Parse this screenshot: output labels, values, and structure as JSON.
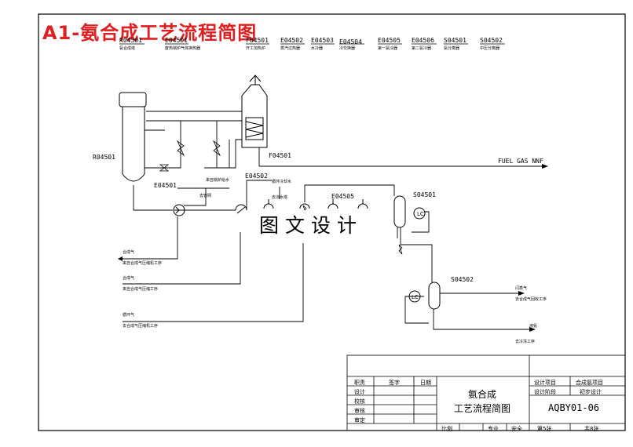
{
  "title": "A1-氨合成工艺流程简图",
  "header_tags": [
    {
      "id": "R04501",
      "desc": "氨合成塔"
    },
    {
      "id": "E04501",
      "desc": "废热锅炉气体换热器"
    },
    {
      "id": "F04501",
      "desc": "开工加热炉"
    },
    {
      "id": "E04502",
      "desc": "蒸汽过热器"
    },
    {
      "id": "E04503",
      "desc": "水冷器"
    },
    {
      "id": "E04504",
      "desc": "冷交换器"
    },
    {
      "id": "E04505",
      "desc": "第一氨冷器"
    },
    {
      "id": "E04506",
      "desc": "第二氨冷器"
    },
    {
      "id": "S04501",
      "desc": "氨分离器"
    },
    {
      "id": "S04502",
      "desc": "中压分离器"
    }
  ],
  "equipment_labels": {
    "r04501": "R04501",
    "f04501": "F04501",
    "e04501": "E04501",
    "e04502": "E04502",
    "e04505": "E04505",
    "s04501": "S04501",
    "s04502": "S04502"
  },
  "stream_labels": {
    "fuel_gas": "FUEL GAS NNF",
    "boiler_water": "来自锅炉给水",
    "to_steam": "去管网",
    "cooling_water_in": "循环冷却水",
    "cooling_water_out": "去凉水塔",
    "purge_gas": "合成气",
    "purge_gas_dest": "来自合成气压缩机工序",
    "fresh_gas": "合成气",
    "fresh_gas_src": "来自合成气压缩工序",
    "recycle_gas": "循环气",
    "recycle_gas_dest": "去合成气压缩机工序",
    "flash_gas": "闪蒸气",
    "flash_gas_dest": "去合成气回收工序",
    "liquid_ammonia": "液氨",
    "liquid_ammonia_dest": "去冷冻工序"
  },
  "watermark": "图文设计",
  "title_block": {
    "roles": [
      "职责",
      "设计",
      "校核",
      "审核",
      "审定"
    ],
    "sign_header": "签字",
    "date_header": "日期",
    "drawing_name_line1": "氨合成",
    "drawing_name_line2": "工艺流程简图",
    "project_label": "设计项目",
    "project_value": "合成氨项目",
    "stage_label": "设计阶段",
    "stage_value": "初步设计",
    "drawing_no": "AQBY01-06",
    "scale_label": "比例",
    "major_label": "专业",
    "major_value": "安全",
    "sheet_label": "第5张",
    "total_label": "共8张"
  }
}
